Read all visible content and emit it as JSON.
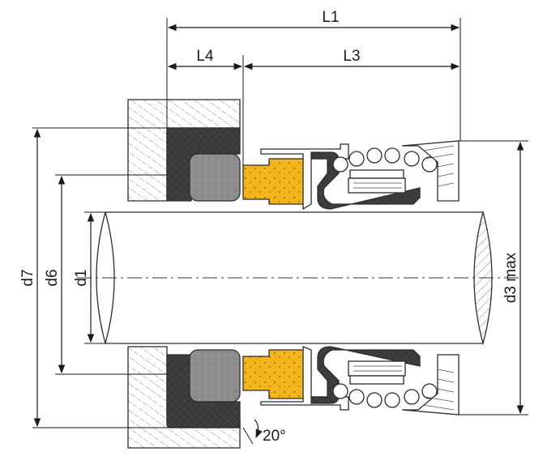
{
  "labels": {
    "L1": "L1",
    "L4": "L4",
    "L3": "L3",
    "d7": "d7",
    "d6": "d6",
    "d1": "d1",
    "d3": "d3 max",
    "angle": "20°"
  },
  "colors": {
    "elastomer": "#3a3a3a",
    "oring": "#8e8e8e",
    "seat_ring": "#f2b51c",
    "housing_hatch": "#7a7a7a",
    "line": "#1a1a1a"
  }
}
